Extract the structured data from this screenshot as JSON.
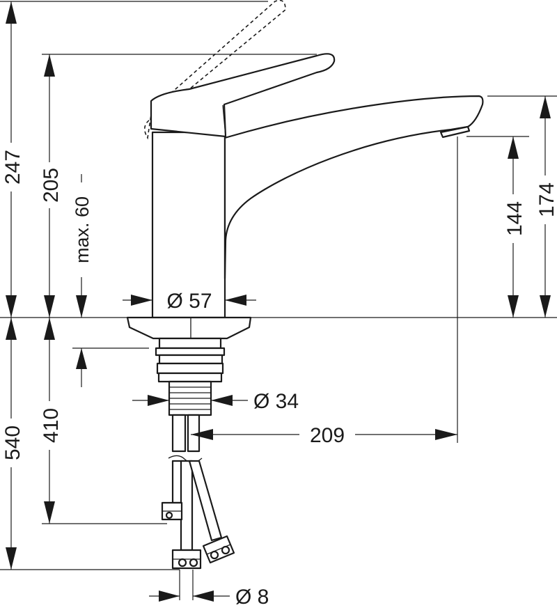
{
  "dimensions": {
    "total_height": "247",
    "height_to_lever": "205",
    "max_deck": "max. 60",
    "base_diameter": "Ø 57",
    "spout_height": "174",
    "outlet_height": "144",
    "below_deck_total": "540",
    "below_deck_hose": "410",
    "thread_diameter": "Ø 34",
    "spout_reach": "209",
    "hose_diameter": "Ø 8"
  }
}
